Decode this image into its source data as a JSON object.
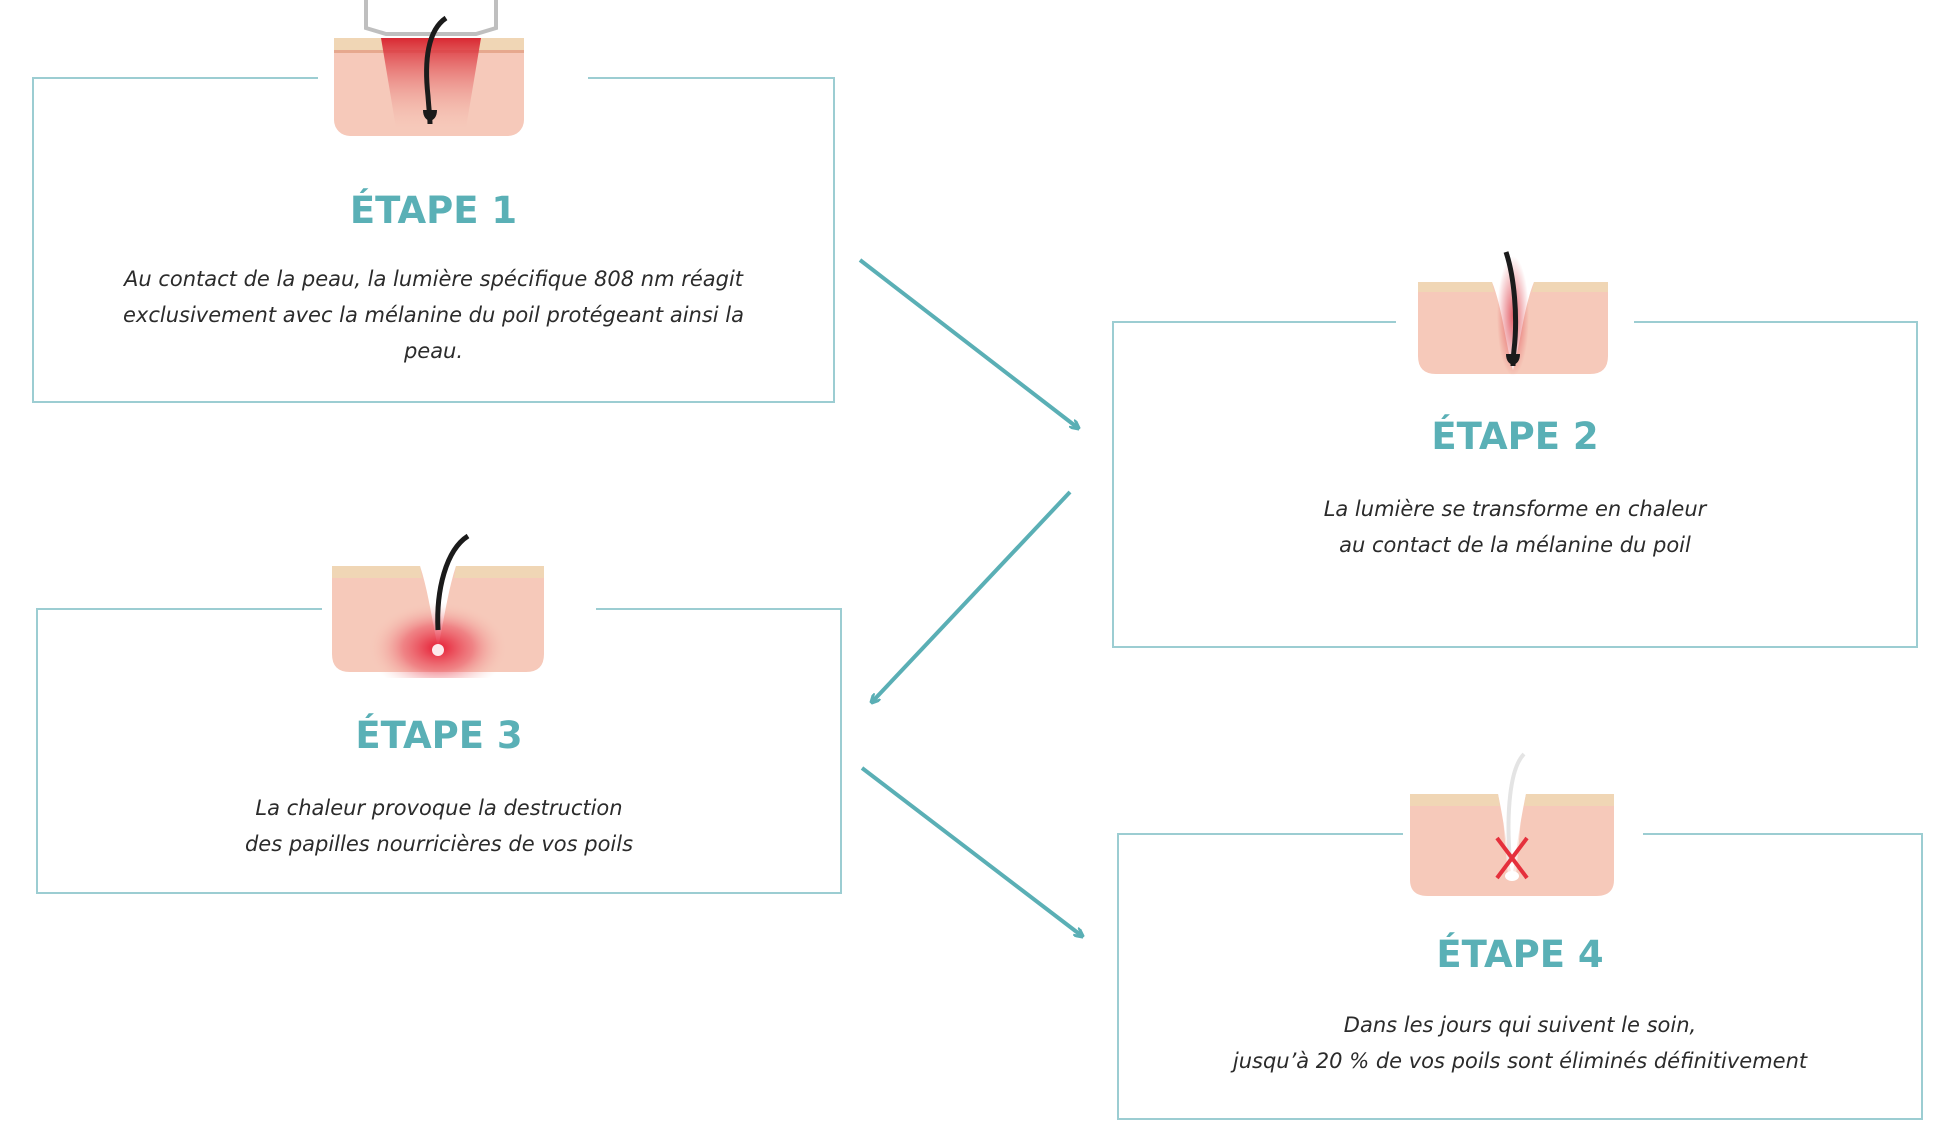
{
  "colors": {
    "accent": "#5ab0b6",
    "frame": "#9ccdd2",
    "arrow": "#5aafb5",
    "skin": "#f6c9ba",
    "skin_top": "#f0d6b5",
    "heat": "#e5303c"
  },
  "steps": [
    {
      "title": "ÉTAPE 1",
      "description": "Au contact de la peau, la lumière spécifique 808 nm réagit\nexclusivement avec la mélanine du poil protégeant ainsi la\npeau.",
      "illustration": "laser-light-on-hair-icon"
    },
    {
      "title": "ÉTAPE 2",
      "description": "La lumière se transforme en chaleur\nau contact de la mélanine du poil",
      "illustration": "heated-hair-follicle-icon"
    },
    {
      "title": "ÉTAPE 3",
      "description": "La chaleur provoque la destruction\ndes papilles nourricières de vos poils",
      "illustration": "destroyed-papilla-icon"
    },
    {
      "title": "ÉTAPE 4",
      "description": "Dans les jours qui suivent le soin,\njusqu’à 20 % de vos poils sont éliminés définitivement",
      "illustration": "eliminated-hair-icon"
    }
  ]
}
